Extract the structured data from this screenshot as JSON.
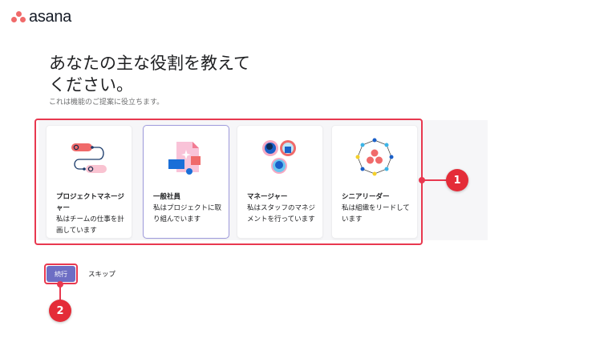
{
  "app": {
    "logo_text": "asana",
    "brand_color": "#f06a6a",
    "accent_color": "#6d6ec4"
  },
  "header": {
    "title": "あなたの主な役割を教えてください。",
    "subtitle": "これは機能のご提案に役立ちます。"
  },
  "roles": [
    {
      "name": "プロジェクトマネージャー",
      "description": "私はチームの仕事を計画しています",
      "icon": "timeline-icon",
      "selected": false
    },
    {
      "name": "一般社員",
      "description": "私はプロジェクトに取り組んでいます",
      "icon": "document-sparkle-icon",
      "selected": true
    },
    {
      "name": "マネージャー",
      "description": "私はスタッフのマネジメントを行っています",
      "icon": "team-avatars-icon",
      "selected": false
    },
    {
      "name": "シニアリーダー",
      "description": "私は組織をリードしています",
      "icon": "network-circle-icon",
      "selected": false
    }
  ],
  "actions": {
    "continue_label": "続行",
    "skip_label": "スキップ"
  },
  "annotations": [
    {
      "number": "1",
      "color": "#e42c38"
    },
    {
      "number": "2",
      "color": "#e42c38"
    }
  ]
}
